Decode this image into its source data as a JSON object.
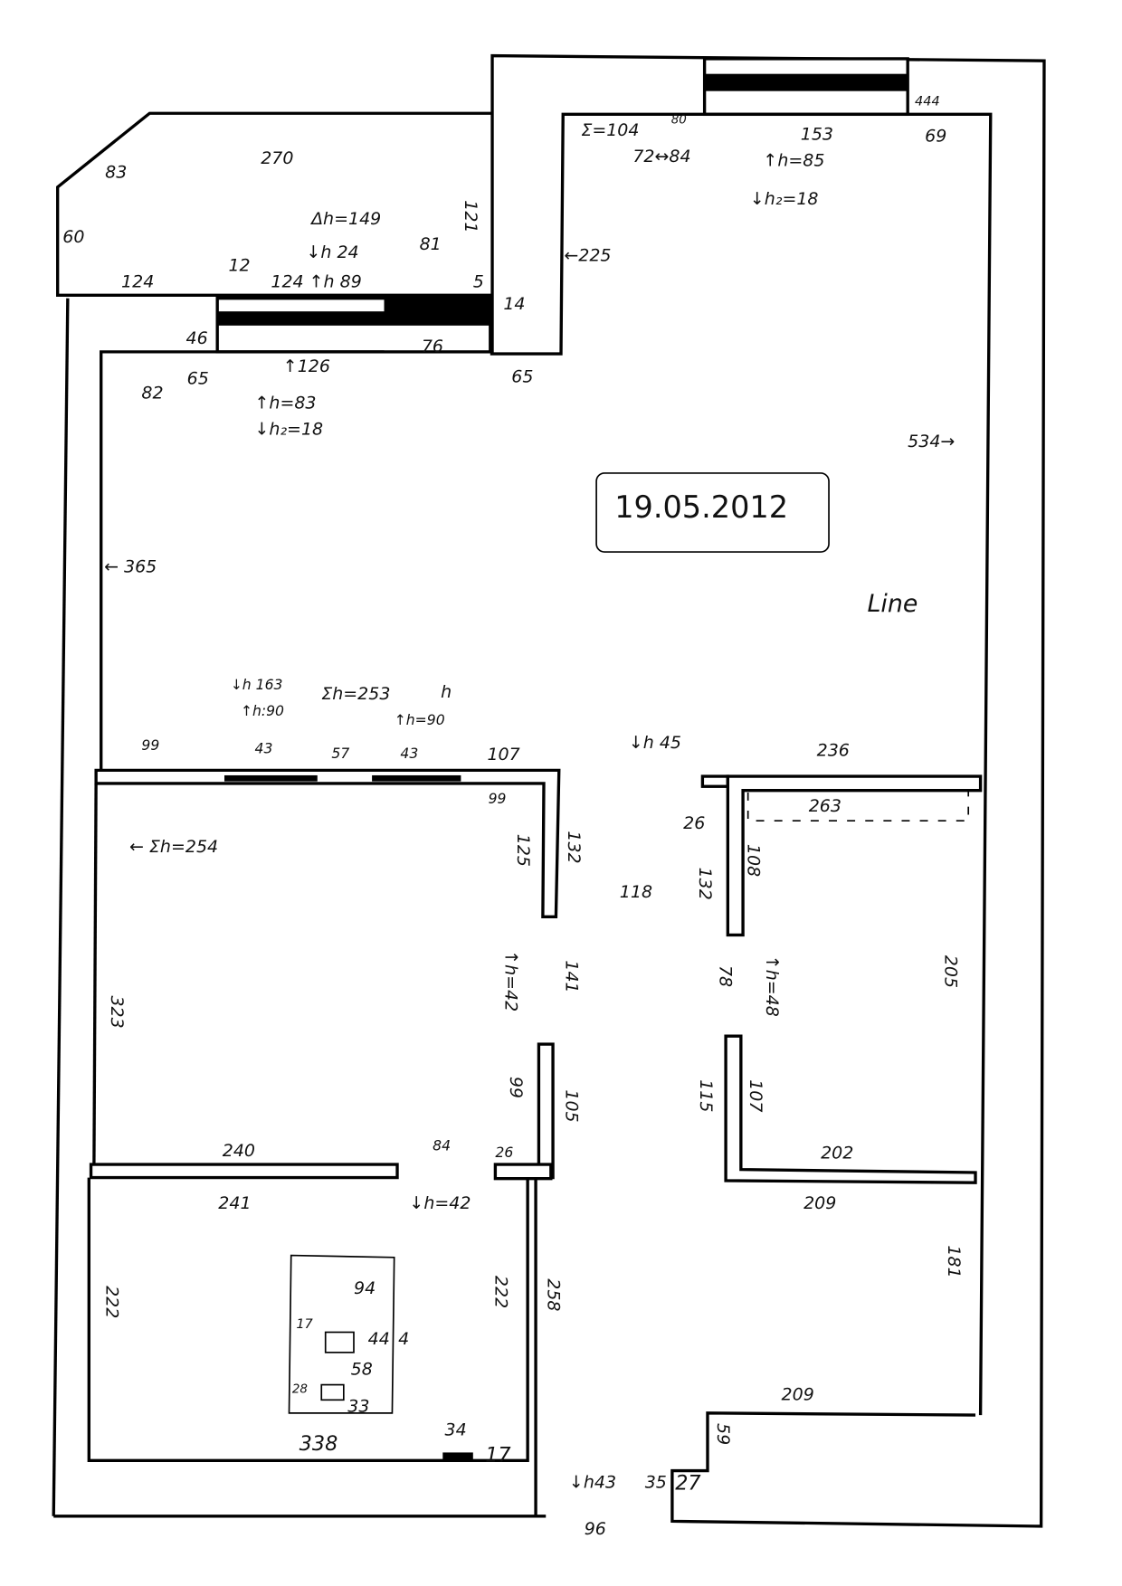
{
  "plan": {
    "date": "19.05.2012",
    "signature": "Line"
  },
  "labels": [
    "83",
    "270",
    "60",
    "124",
    "12",
    "124 ↑h 89",
    "Δh=149",
    "↓h 24",
    "81",
    "121",
    "5",
    "14",
    "46",
    "76",
    "65",
    "82",
    "65",
    "↑126",
    "↑h=83",
    "↓h₂=18",
    "Σ=104",
    "80",
    "72↔84",
    "153",
    "69",
    "↑h=85",
    "↓h₂=18",
    "444",
    "←225",
    "534→",
    "← 365",
    "↓h 163",
    "↑h:90",
    "Σh=253",
    "h",
    "↑h=90",
    "99",
    "43",
    "57",
    "43",
    "107",
    "99",
    "← Σh=254",
    "125",
    "132",
    "↓h 45",
    "236",
    "26",
    "263",
    "118",
    "132",
    "108",
    "↑h=42",
    "141",
    "78",
    "↑h=48",
    "205",
    "323",
    "99",
    "105",
    "115",
    "107",
    "240",
    "84",
    "26",
    "202",
    "241",
    "↓h=42",
    "209",
    "181",
    "222",
    "222",
    "258",
    "94",
    "17",
    "44",
    "4",
    "58",
    "28",
    "33",
    "338",
    "34",
    "17",
    "209",
    "59",
    "↓h43",
    "35",
    "27",
    "96"
  ]
}
